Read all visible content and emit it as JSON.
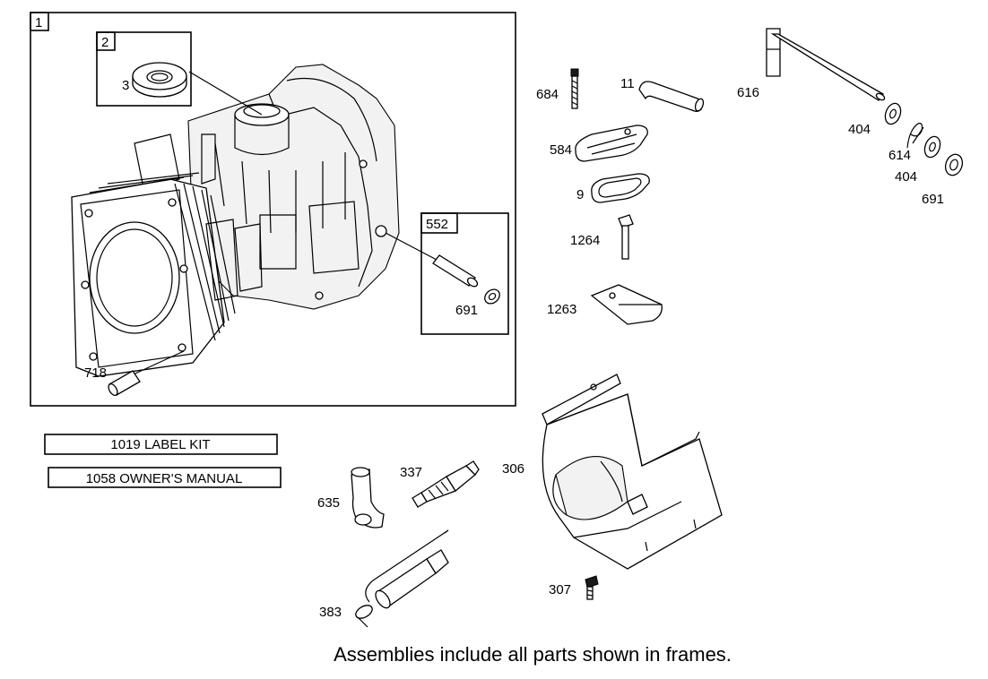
{
  "frames": {
    "main": {
      "number": "1"
    },
    "seal_group": {
      "number": "2"
    },
    "dowel_group": {
      "number": "552"
    }
  },
  "parts": {
    "p3": "3",
    "p718": "718",
    "p691a": "691",
    "p684": "684",
    "p11": "11",
    "p616": "616",
    "p404a": "404",
    "p614": "614",
    "p404b": "404",
    "p691b": "691",
    "p584": "584",
    "p9": "9",
    "p1264": "1264",
    "p1263": "1263",
    "p306": "306",
    "p337": "337",
    "p635": "635",
    "p383": "383",
    "p307": "307"
  },
  "kits": {
    "label_kit": "1019 LABEL KIT",
    "owners_manual": "1058 OWNER'S MANUAL"
  },
  "footer": {
    "note": "Assemblies include all parts shown in frames."
  }
}
